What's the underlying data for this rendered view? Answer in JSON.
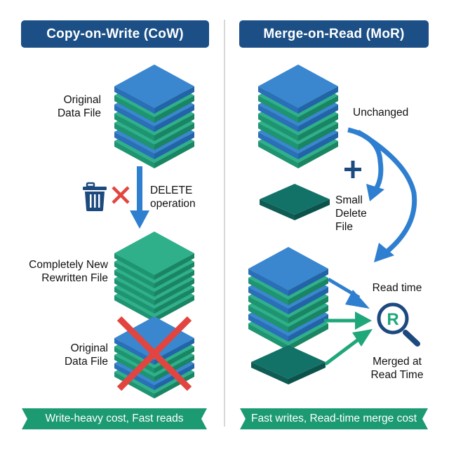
{
  "colors": {
    "header_bg": "#1b4f86",
    "blue_top": "#3a87cf",
    "blue_side_left": "#2a6fb8",
    "blue_side_right": "#2364a8",
    "green_top": "#2fb08a",
    "green_side_left": "#1e9470",
    "green_side_right": "#1a8563",
    "teal_top": "#137268",
    "teal_side_left": "#0e5c54",
    "teal_side_right": "#0b524b",
    "arrow_blue": "#2f7fd0",
    "arrow_green": "#1fa77a",
    "plus_navy": "#1d4a7e",
    "trash_navy": "#1d4a7e",
    "red_x": "#e2453f",
    "banner_green": "#1c9a72",
    "magnifier_navy": "#1d4a7e",
    "magnifier_letter": "#1fa77a"
  },
  "cow": {
    "title": "Copy-on-Write (CoW)",
    "original": {
      "label_lines": [
        "Original",
        "Data File"
      ],
      "layers": [
        "blue",
        "green",
        "blue",
        "green",
        "green",
        "blue",
        "green"
      ]
    },
    "delete_op": {
      "icon": "trash-icon",
      "marker": "red-x-icon",
      "label_lines": [
        "DELETE",
        "operation"
      ]
    },
    "rewritten": {
      "label_lines": [
        "Completely New",
        "Rewritten File"
      ],
      "layers": [
        "green",
        "green",
        "green",
        "green",
        "green",
        "green"
      ]
    },
    "discarded": {
      "label_lines": [
        "Original",
        "Data File"
      ],
      "layers": [
        "blue",
        "green",
        "green",
        "blue",
        "green"
      ],
      "crossed_out": true
    },
    "footer": "Write-heavy cost, Fast reads"
  },
  "mor": {
    "title": "Merge-on-Read (MoR)",
    "base_file": {
      "label": "Unchanged",
      "layers": [
        "blue",
        "green",
        "blue",
        "green",
        "green",
        "blue",
        "green"
      ]
    },
    "plus_symbol": "+",
    "delete_file": {
      "label_lines": [
        "Small",
        "Delete",
        "File"
      ]
    },
    "merge_stack": {
      "layers": [
        "blue",
        "green",
        "blue",
        "green",
        "green",
        "blue",
        "green"
      ]
    },
    "read": {
      "label_top": "Read time",
      "icon_letter": "R",
      "label_bottom_lines": [
        "Merged at",
        "Read Time"
      ]
    },
    "footer": "Fast writes, Read-time merge cost"
  }
}
